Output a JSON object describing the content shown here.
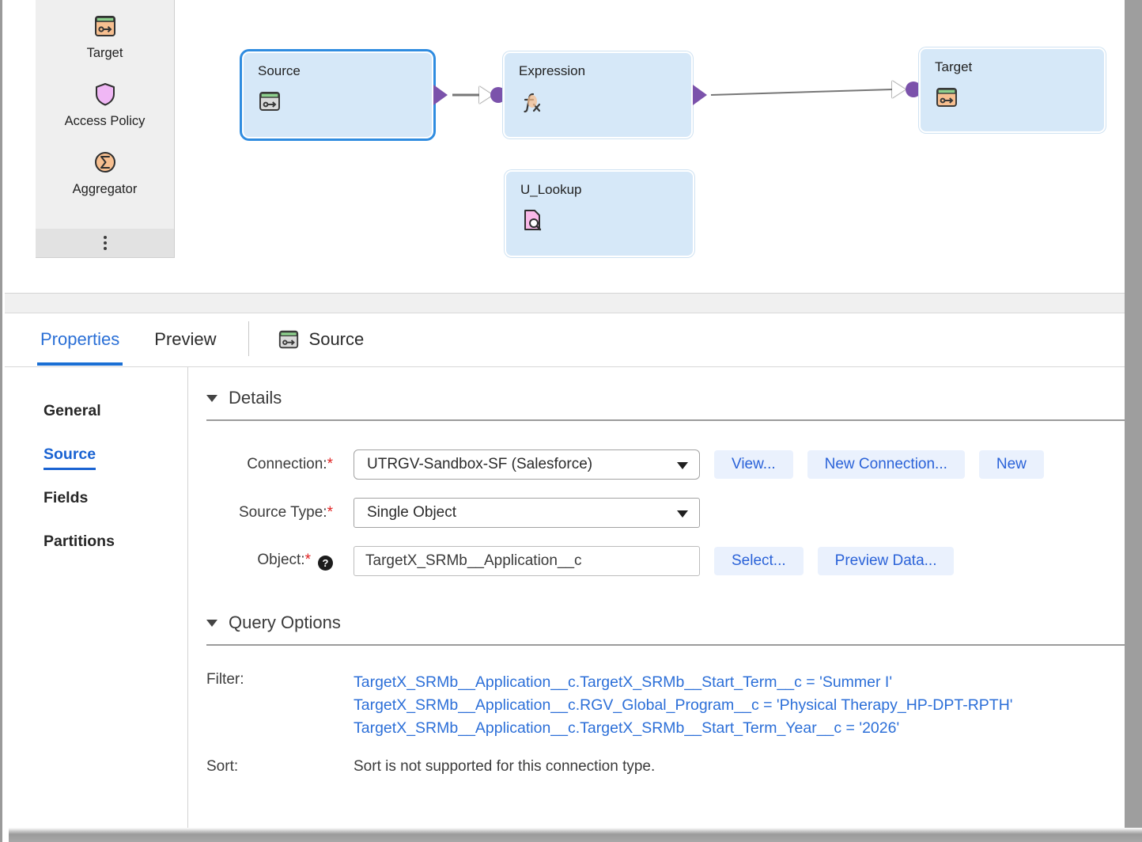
{
  "palette": {
    "items": [
      {
        "label": "Target",
        "icon": "target-transform-icon"
      },
      {
        "label": "Access Policy",
        "icon": "shield-icon"
      },
      {
        "label": "Aggregator",
        "icon": "sigma-circle-icon"
      }
    ],
    "more_icon": "more-vertical-icon"
  },
  "canvas": {
    "nodes": [
      {
        "title": "Source",
        "icon": "source-object-icon",
        "selected": true
      },
      {
        "title": "Expression",
        "icon": "expression-fx-icon",
        "selected": false
      },
      {
        "title": "Target",
        "icon": "target-object-icon",
        "selected": false
      },
      {
        "title": "U_Lookup",
        "icon": "lookup-doc-icon",
        "selected": false
      }
    ],
    "link_colors": {
      "connector": "#7b52ab",
      "wire": "#777777"
    }
  },
  "tabs": {
    "items": [
      {
        "label": "Properties",
        "active": true
      },
      {
        "label": "Preview",
        "active": false
      }
    ],
    "entity": {
      "label": "Source",
      "icon": "source-object-icon"
    },
    "accent": "#1a6fd4"
  },
  "leftnav": {
    "items": [
      {
        "label": "General",
        "active": false
      },
      {
        "label": "Source",
        "active": true
      },
      {
        "label": "Fields",
        "active": false
      },
      {
        "label": "Partitions",
        "active": false
      }
    ]
  },
  "details": {
    "heading": "Details",
    "connection": {
      "label": "Connection:",
      "required": "*",
      "value": "UTRGV-Sandbox-SF (Salesforce)",
      "buttons": [
        "View...",
        "New Connection...",
        "New"
      ]
    },
    "source_type": {
      "label": "Source Type:",
      "required": "*",
      "value": "Single Object"
    },
    "object": {
      "label": "Object:",
      "required": "*",
      "help_icon": "question-mark-icon",
      "value": "TargetX_SRMb__Application__c",
      "buttons": [
        "Select...",
        "Preview Data..."
      ]
    }
  },
  "query_options": {
    "heading": "Query Options",
    "filter": {
      "label": "Filter:",
      "lines": [
        "TargetX_SRMb__Application__c.TargetX_SRMb__Start_Term__c = 'Summer I'",
        "TargetX_SRMb__Application__c.RGV_Global_Program__c = 'Physical Therapy_HP-DPT-RPTH'",
        "TargetX_SRMb__Application__c.TargetX_SRMb__Start_Term_Year__c = '2026'"
      ]
    },
    "sort": {
      "label": "Sort:",
      "value": "Sort is not supported for this connection type."
    }
  }
}
